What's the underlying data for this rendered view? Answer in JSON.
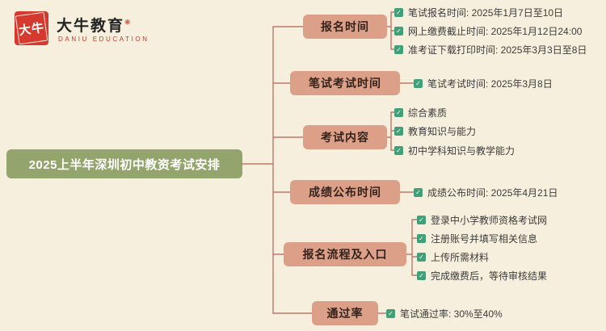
{
  "page": {
    "background": "#f7efdd"
  },
  "logo": {
    "seal_text": "大牛",
    "brand_name": "大牛教育",
    "brand_mark": "❋",
    "brand_subtitle": "DANIU EDUCATION",
    "seal_color": "#d43a2e",
    "subtitle_color": "#c9352b"
  },
  "title": {
    "text": "2025上半年深圳初中教资考试安排",
    "bg_color": "#93a46c",
    "text_color": "#ffffff"
  },
  "icons": {
    "check": "✓",
    "bullet_color": "#41a077"
  },
  "connector_color": "#c0766a",
  "mindmap": {
    "branch_bg": "#dc9f87",
    "branches": [
      {
        "label": "报名时间",
        "leaves": [
          {
            "text": "笔试报名时间: 2025年1月7日至10日"
          },
          {
            "text": "网上缴费截止时间: 2025年1月12日24:00"
          },
          {
            "text": "准考证下载打印时间: 2025年3月3日至8日"
          }
        ]
      },
      {
        "label": "笔试考试时间",
        "leaves": [
          {
            "text": "笔试考试时间: 2025年3月8日"
          }
        ]
      },
      {
        "label": "考试内容",
        "leaves": [
          {
            "text": "综合素质"
          },
          {
            "text": "教育知识与能力"
          },
          {
            "text": "初中学科知识与教学能力"
          }
        ]
      },
      {
        "label": "成绩公布时间",
        "leaves": [
          {
            "text": "成绩公布时间: 2025年4月21日"
          }
        ]
      },
      {
        "label": "报名流程及入口",
        "leaves": [
          {
            "text": "登录中小学教师资格考试网"
          },
          {
            "text": "注册账号并填写相关信息"
          },
          {
            "text": "上传所需材料"
          },
          {
            "text": "完成缴费后，等待审核结果"
          }
        ]
      },
      {
        "label": "通过率",
        "leaves": [
          {
            "text": "笔试通过率: 30%至40%"
          }
        ]
      }
    ]
  }
}
